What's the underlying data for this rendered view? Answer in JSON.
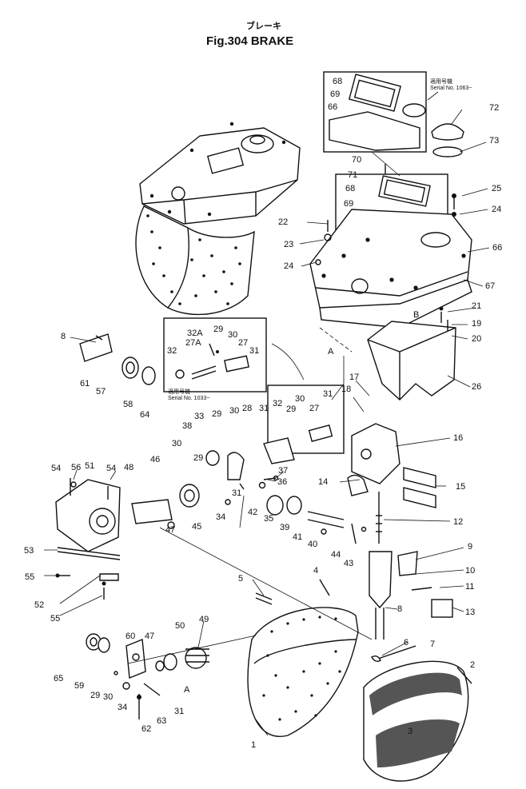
{
  "header": {
    "title_jp": "ブレーキ",
    "title": "Fig.304  BRAKE"
  },
  "notes": {
    "serial_top_jp": "適用号機",
    "serial_top": "Serial No. 1063~",
    "serial_mid_jp": "適用号機",
    "serial_mid": "Serial No. 1033~"
  },
  "callouts": {
    "c1": "1",
    "c2": "2",
    "c3": "3",
    "c4": "4",
    "c5": "5",
    "c6": "6",
    "c7": "7",
    "c8": "8",
    "c9": "9",
    "c10": "10",
    "c11": "11",
    "c12": "12",
    "c13": "13",
    "c14": "14",
    "c15": "15",
    "c16": "16",
    "c17": "17",
    "c18": "18",
    "c19": "19",
    "c20": "20",
    "c21": "21",
    "c22": "22",
    "c23": "23",
    "c24a": "24",
    "c24b": "24",
    "c25": "25",
    "c26": "26",
    "c27a": "27",
    "c27b": "27",
    "c27A": "27A",
    "c28": "28",
    "c29a": "29",
    "c29b": "29",
    "c29c": "29",
    "c29d": "29",
    "c29e": "29",
    "c30a": "30",
    "c30b": "30",
    "c30c": "30",
    "c30d": "30",
    "c30e": "30",
    "c31a": "31",
    "c31b": "31",
    "c31c": "31",
    "c31d": "31",
    "c31e": "31",
    "c32a": "32",
    "c32b": "32",
    "c32A": "32A",
    "c33": "33",
    "c34a": "34",
    "c34b": "34",
    "c35": "35",
    "c36": "36",
    "c37": "37",
    "c38": "38",
    "c39": "39",
    "c40": "40",
    "c41": "41",
    "c42": "42",
    "c43": "43",
    "c44": "44",
    "c45": "45",
    "c46": "46",
    "c47a": "47",
    "c47b": "47",
    "c48": "48",
    "c49": "49",
    "c50": "50",
    "c51": "51",
    "c52": "52",
    "c53": "53",
    "c54a": "54",
    "c54b": "54",
    "c55a": "55",
    "c55b": "55",
    "c56": "56",
    "c57": "57",
    "c58": "58",
    "c59": "59",
    "c60": "60",
    "c61": "61",
    "c62": "62",
    "c63": "63",
    "c64": "64",
    "c65": "65",
    "c66a": "66",
    "c66b": "66",
    "c67": "67",
    "c68a": "68",
    "c68b": "68",
    "c69a": "69",
    "c69b": "69",
    "c70": "70",
    "c71": "71",
    "c72": "72",
    "c73": "73",
    "c8b": "8",
    "cA1": "A",
    "cA2": "A",
    "cB": "B"
  }
}
